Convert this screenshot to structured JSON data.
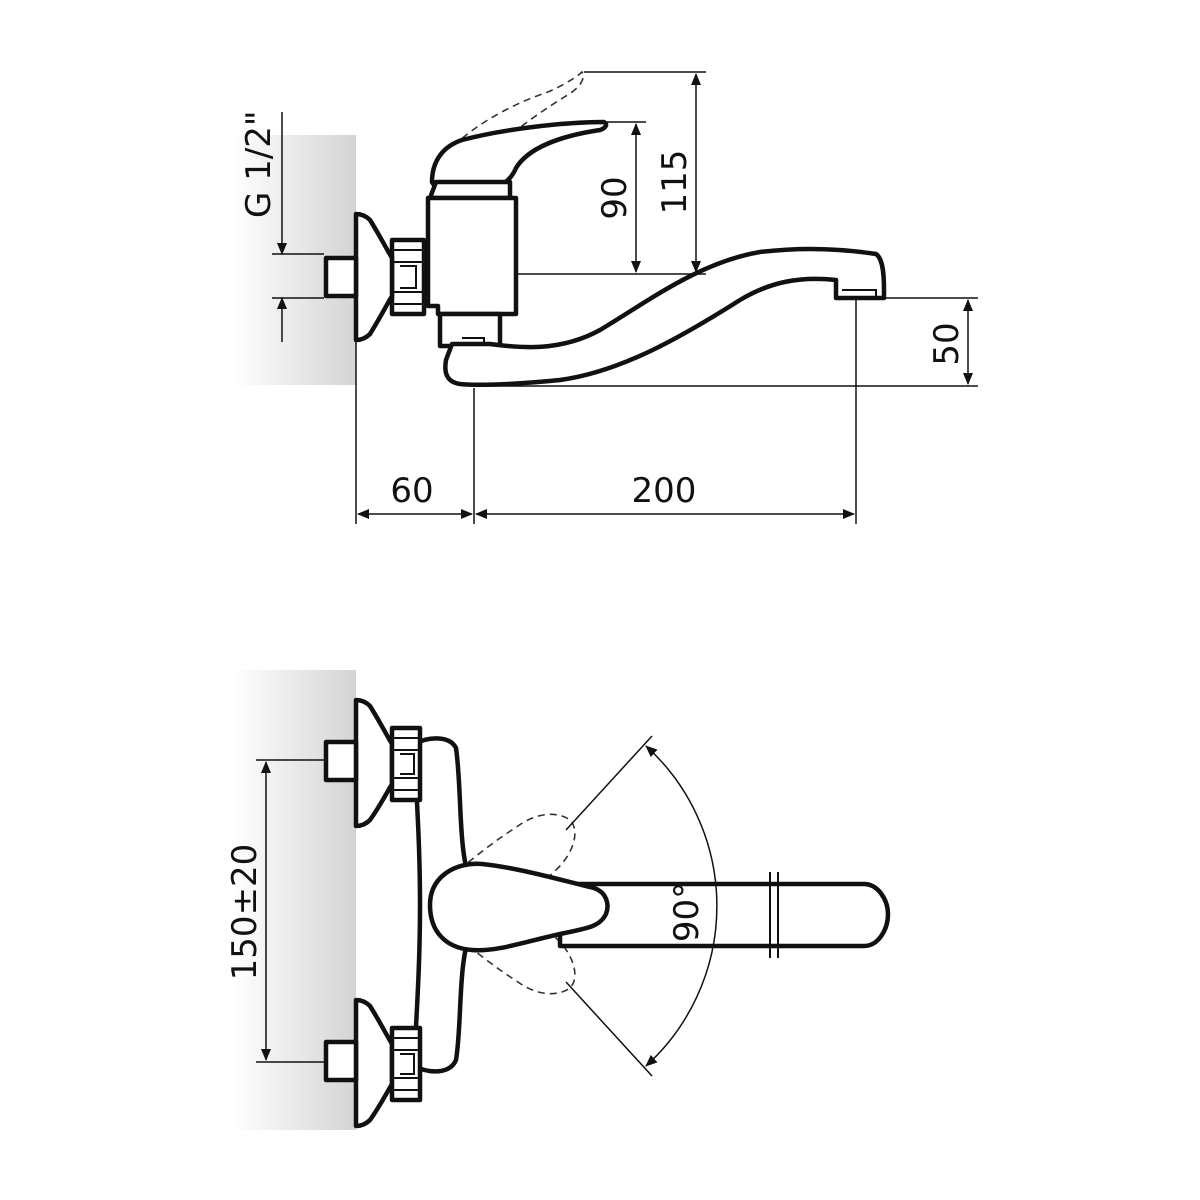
{
  "side_view": {
    "dimensions": {
      "thread": "G 1/2\"",
      "lever_height": "90",
      "lever_raised_height": "115",
      "spout_height": "50",
      "wall_offset": "60",
      "spout_reach": "200"
    }
  },
  "top_view": {
    "dimensions": {
      "inlet_spacing": "150±20",
      "lever_rotation": "90°"
    }
  },
  "colors": {
    "line": "#111111",
    "wall_shade": "#d9d9d9",
    "background": "#ffffff"
  }
}
